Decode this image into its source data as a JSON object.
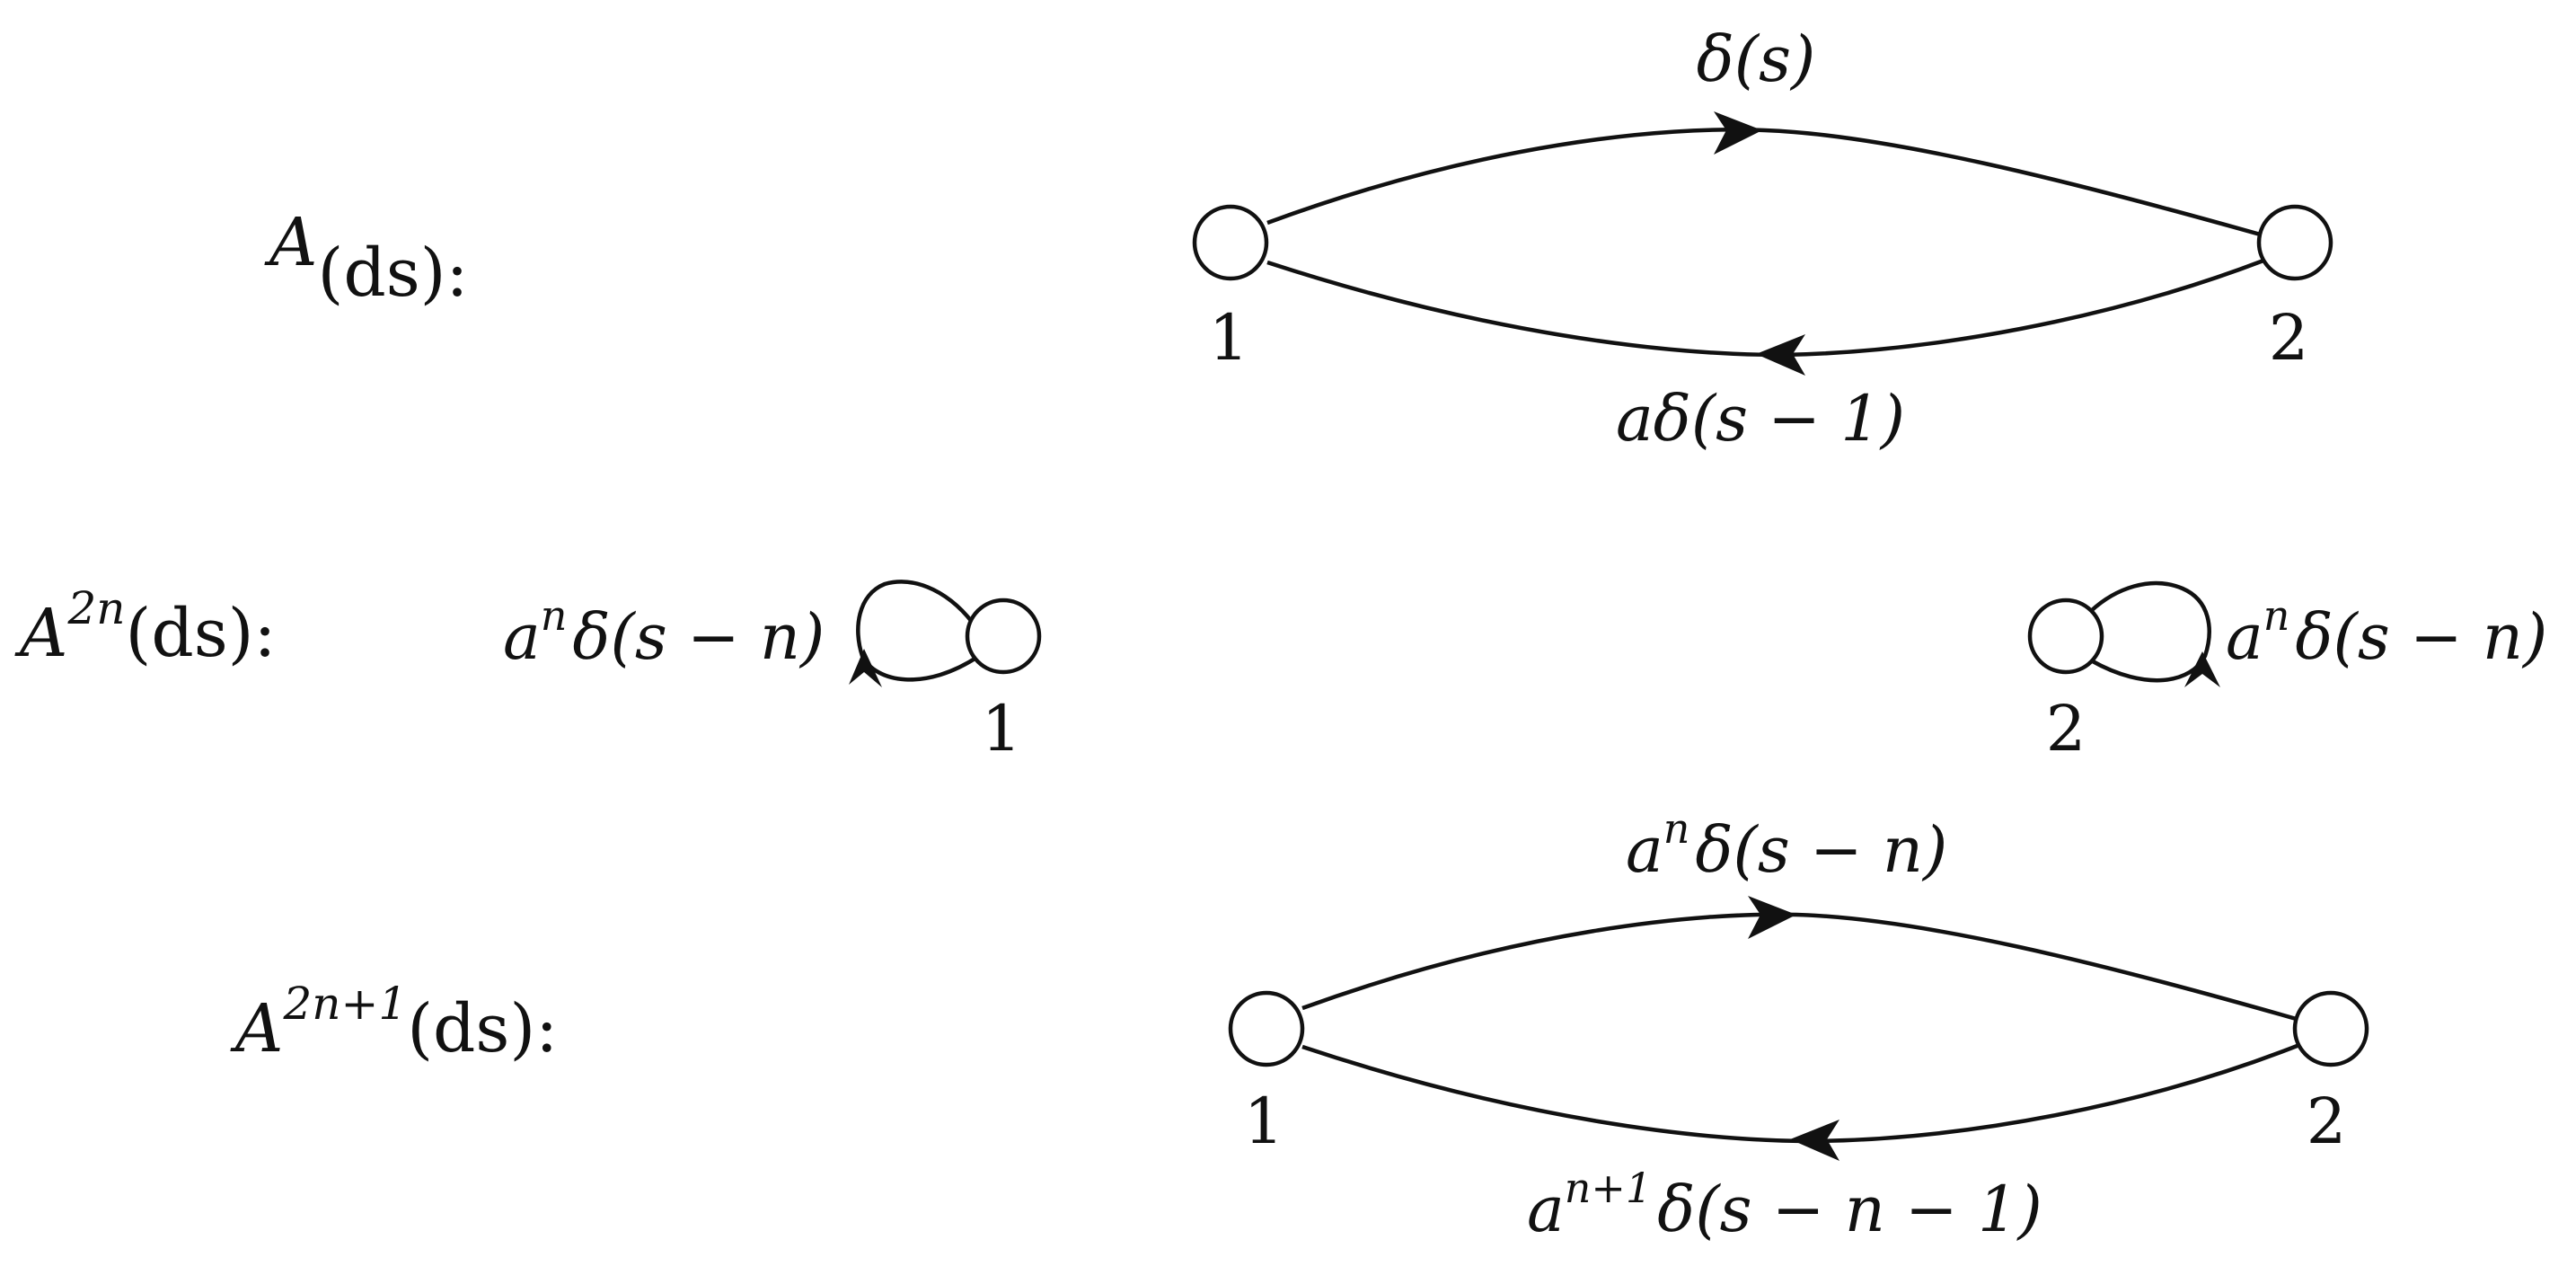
{
  "diagram": {
    "rows": [
      {
        "label": {
          "base": "A",
          "sup": "",
          "arg": "(ds):"
        },
        "node_1": "1",
        "node_2": "2",
        "top_edge": {
          "pre": "",
          "sup": "",
          "post": "δ(s)"
        },
        "bottom_edge": {
          "pre": "aδ(s − 1)",
          "sup": "",
          "post": ""
        }
      },
      {
        "label": {
          "base": "A",
          "sup": "2n",
          "arg": "(ds):"
        },
        "node_1": "1",
        "node_2": "2",
        "loop_1": {
          "pre": "a",
          "sup": "n",
          "post": "δ(s − n)"
        },
        "loop_2": {
          "pre": "a",
          "sup": "n",
          "post": "δ(s − n)"
        }
      },
      {
        "label": {
          "base": "A",
          "sup": "2n+1",
          "arg": "(ds):"
        },
        "node_1": "1",
        "node_2": "2",
        "top_edge": {
          "pre": "a",
          "sup": "n",
          "post": "δ(s − n)"
        },
        "bottom_edge": {
          "pre": "a",
          "sup": "n+1",
          "post": "δ(s − n − 1)"
        }
      }
    ]
  }
}
